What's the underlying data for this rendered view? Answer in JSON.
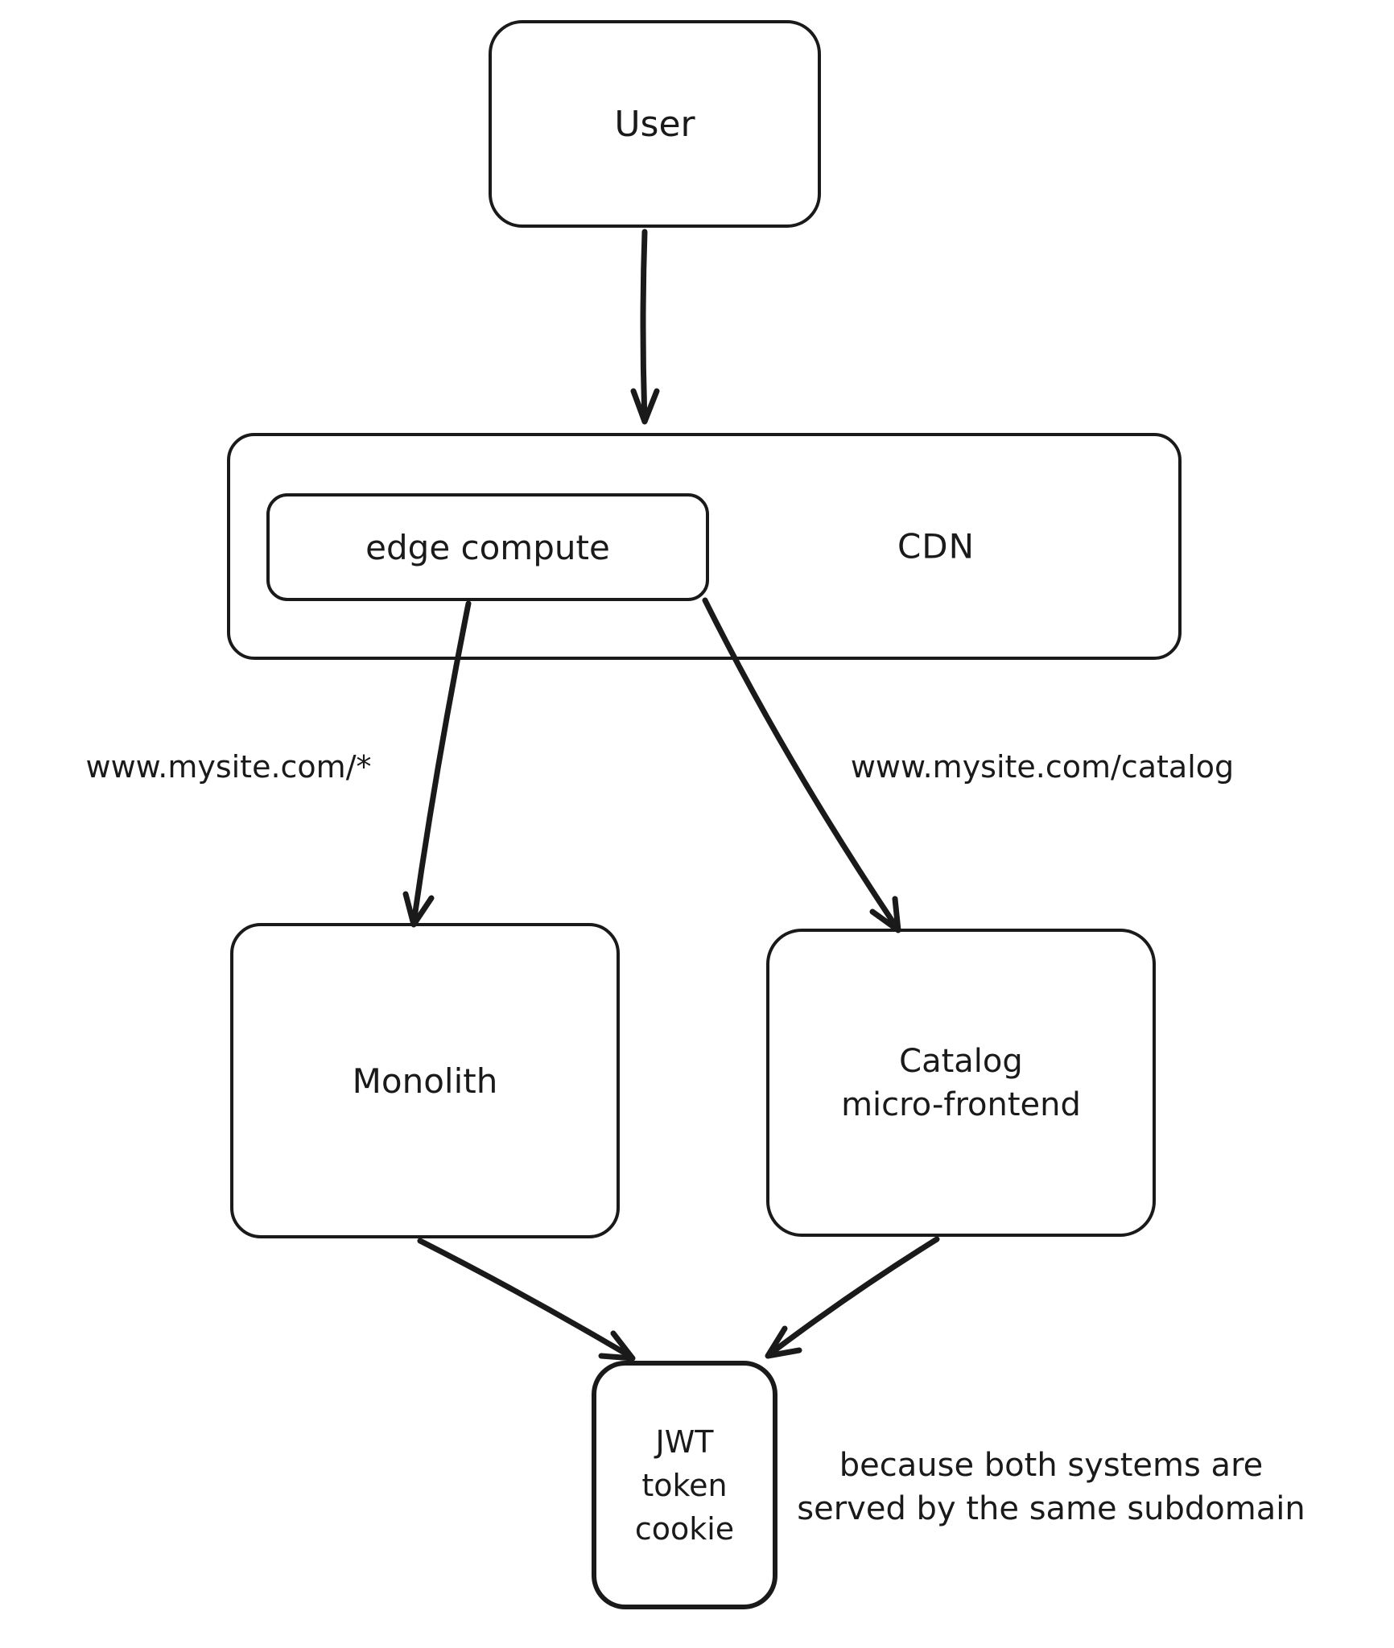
{
  "canvas": {
    "background": "#ffffff",
    "stroke_color": "#1a1a1a"
  },
  "nodes": {
    "user": {
      "label": "User"
    },
    "cdn": {
      "label": "CDN"
    },
    "edge_compute": {
      "label": "edge compute"
    },
    "monolith": {
      "label": "Monolith"
    },
    "catalog": {
      "line1": "Catalog",
      "line2": "micro-frontend"
    },
    "jwt": {
      "line1": "JWT",
      "line2": "token",
      "line3": "cookie"
    }
  },
  "routes": {
    "monolith": "www.mysite.com/*",
    "catalog": "www.mysite.com/catalog"
  },
  "annotation": {
    "line1": "because both systems are",
    "line2": "served by the same subdomain"
  }
}
